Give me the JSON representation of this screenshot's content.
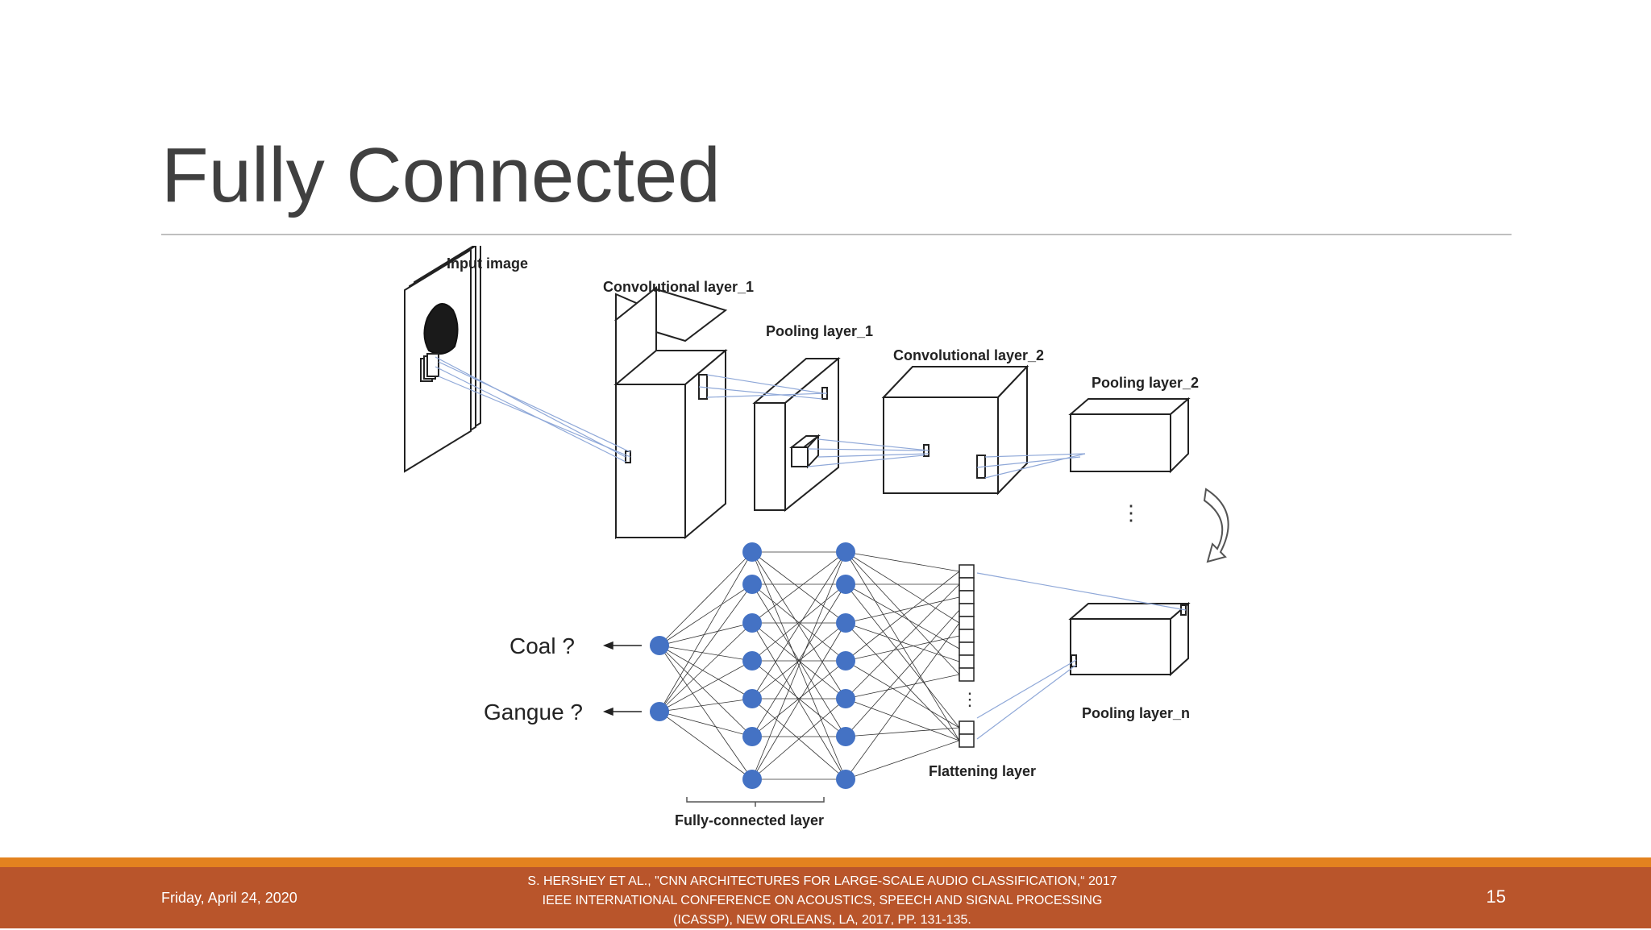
{
  "slide": {
    "title": "Fully Connected",
    "page_number": "15",
    "date": "Friday, April 24, 2020",
    "citation": "S. Hershey et al., \"CNN Architectures for Large-Scale Audio Classification,“ 2017 IEEE International Conference on Acoustics, Speech and Signal Processing (ICASSP), New Orleans, LA, 2017, pp. 131-135."
  },
  "diagram": {
    "labels": {
      "input_image": "Input image",
      "conv1": "Convolutional layer_1",
      "pool1": "Pooling layer_1",
      "conv2": "Convolutional layer_2",
      "pool2": "Pooling layer_2",
      "pooln": "Pooling layer_n",
      "flatten": "Flattening layer",
      "fc": "Fully-connected layer",
      "out_coal": "Coal ?",
      "out_gangue": "Gangue ?",
      "ellipsis": "⋮"
    },
    "colors": {
      "node": "#4472c4",
      "projection": "#8fa8d8",
      "line": "#333333",
      "footer_bar": "#b9552b",
      "footer_accent": "#e3821f"
    }
  }
}
